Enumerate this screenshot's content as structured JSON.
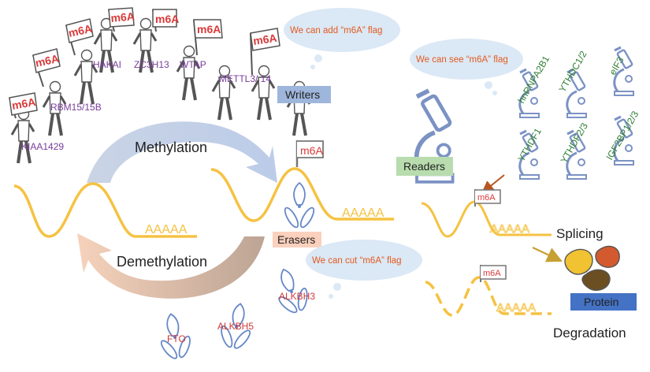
{
  "flag_text": "m6A",
  "tail": "AAAAA",
  "bubbles": {
    "writers": "We can add “m6A” flag",
    "readers": "We can see “m6A” flag",
    "erasers": "We can cut “m6A” flag"
  },
  "labels": {
    "writers": "Writers",
    "readers": "Readers",
    "erasers": "Erasers",
    "methylation": "Methylation",
    "demethylation": "Demethylation",
    "splicing": "Splicing",
    "protein": "Protein",
    "degradation": "Degradation"
  },
  "writers": [
    "KIAA1429",
    "RBM15/15B",
    "HAKAI",
    "ZC3H13",
    "WTAP",
    "METTL3/ 14"
  ],
  "readers": [
    "hnRNPA2B1",
    "YTHDC1/2",
    "eIF3",
    "YTHDF1",
    "YTHDF2/3",
    "IGF2BP1/2/3"
  ],
  "erasers": [
    "ALKBH3",
    "ALKBH5",
    "FTO"
  ],
  "colors": {
    "rna": "#f5c242",
    "flag_text": "#d93a3a",
    "writer_text": "#7a3d9a",
    "reader_text": "#2e7d32",
    "label_text": "#222222",
    "bubble_fill": "#dbe8f5",
    "bubble_text": "#e35a1f",
    "writers_box": "#9fb6dc",
    "readers_box": "#b8dcae",
    "erasers_box": "#fbd0bc",
    "protein_box": "#4472c4",
    "microscope": "#7b92c4",
    "scissor": "#6688c8",
    "eraser_text": "#d03a3a"
  }
}
